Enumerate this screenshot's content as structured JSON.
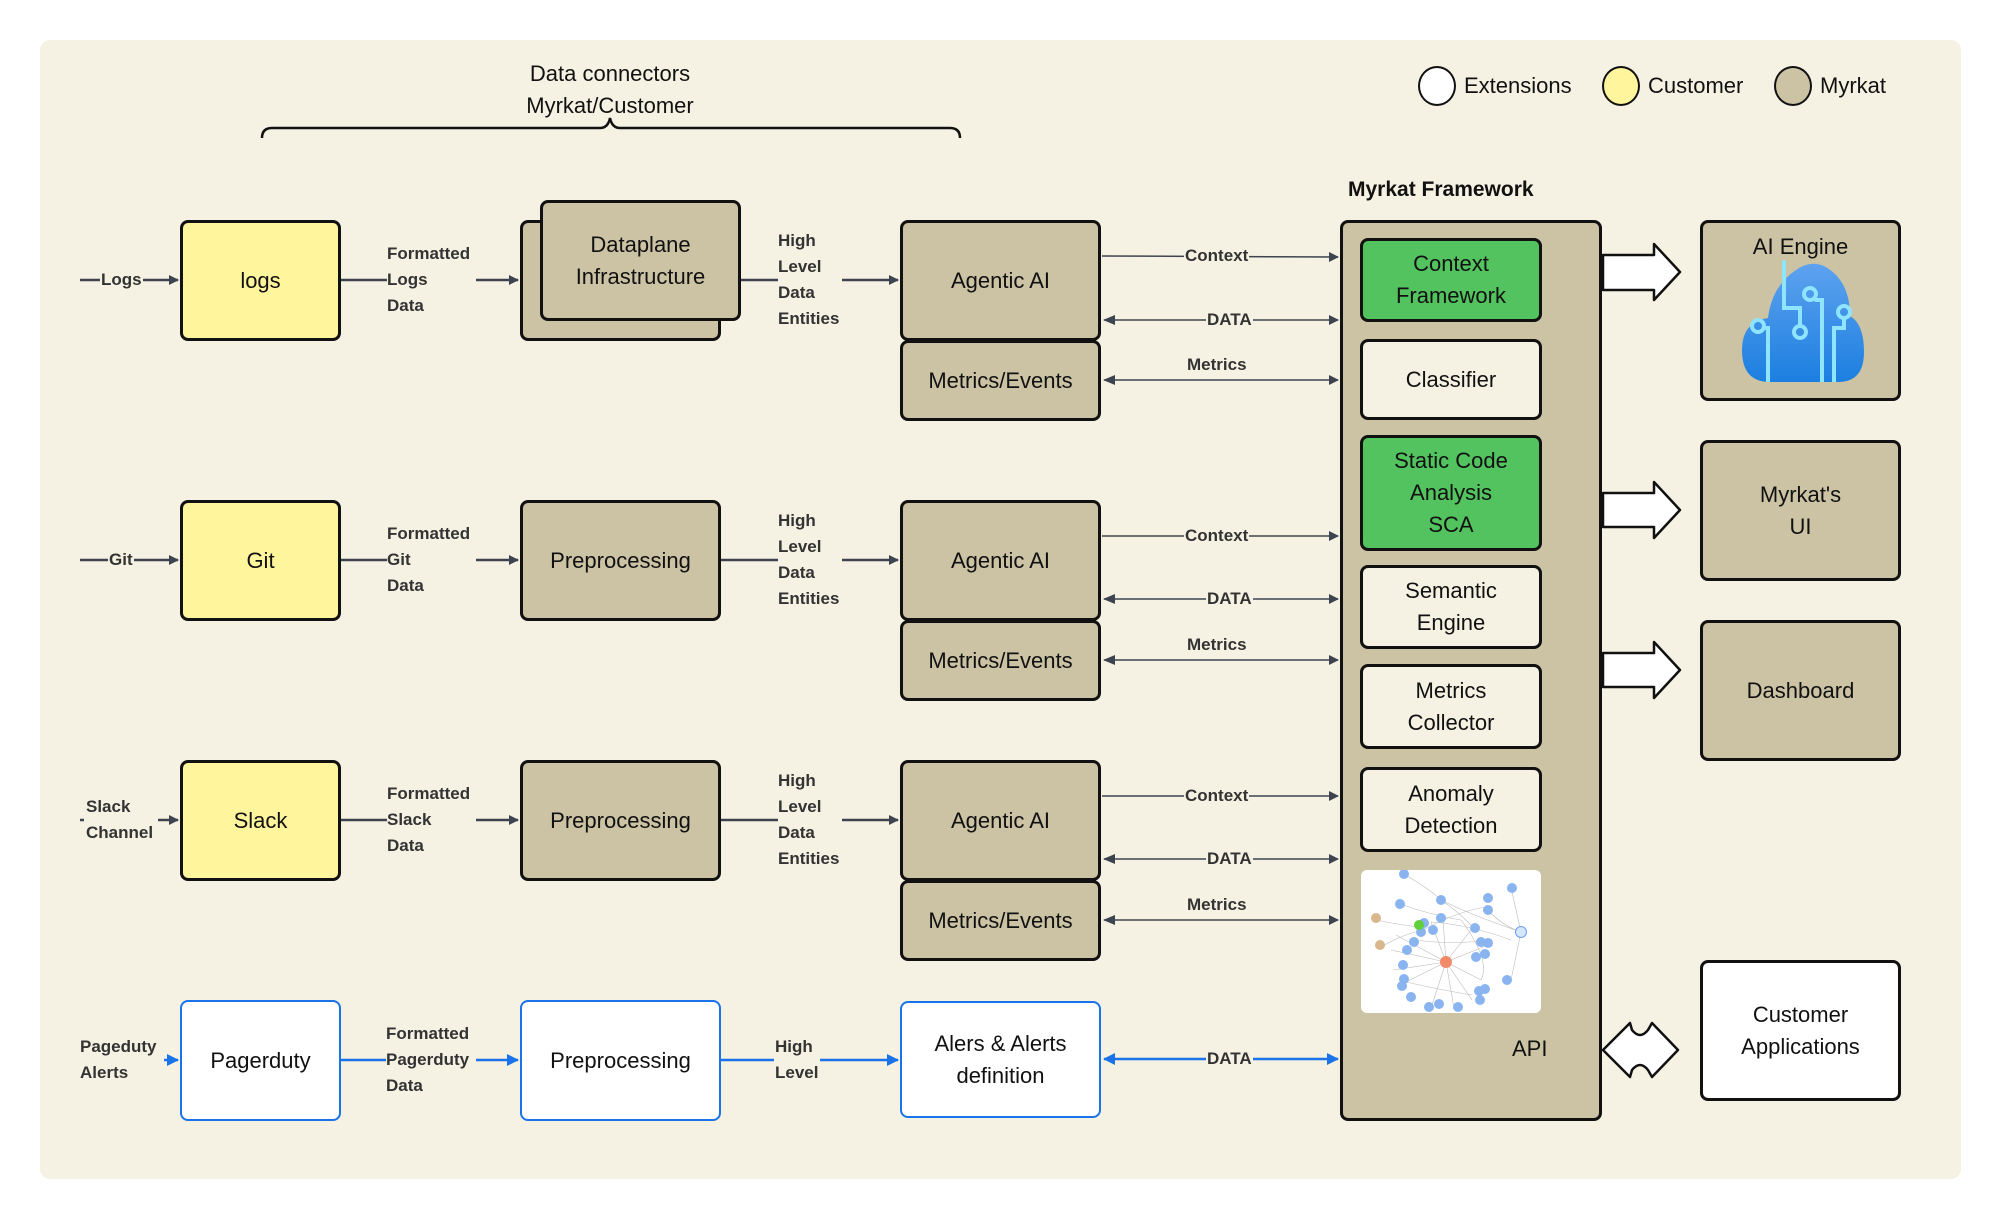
{
  "header": {
    "connectors_line1": "Data connectors",
    "connectors_line2": "Myrkat/Customer"
  },
  "legend": [
    {
      "label": "Extensions",
      "color": "#ffffff"
    },
    {
      "label": "Customer",
      "color": "#fff59d"
    },
    {
      "label": "Myrkat",
      "color": "#cbc3a4"
    }
  ],
  "colors": {
    "background": "#f6f2e3",
    "customer": "#fff59d",
    "myrkat": "#cbc3a4",
    "extension": "#ffffff",
    "highlight": "#53c35f",
    "alert_blue": "#1a73e8",
    "wire": "#3d4450"
  },
  "rows": [
    {
      "input_label": "Logs",
      "source": "logs",
      "formatted": [
        "Formatted",
        "Logs",
        "Data"
      ],
      "processor": "Dataplane Infrastructure",
      "high_level": [
        "High",
        "Level",
        "Data",
        "Entities"
      ],
      "agent": "Agentic AI",
      "metrics_box": "Metrics/Events",
      "links": {
        "context": "Context",
        "data": "DATA",
        "metrics": "Metrics"
      }
    },
    {
      "input_label": "Git",
      "source": "Git",
      "formatted": [
        "Formatted",
        "Git",
        "Data"
      ],
      "processor": "Preprocessing",
      "high_level": [
        "High",
        "Level",
        "Data",
        "Entities"
      ],
      "agent": "Agentic AI",
      "metrics_box": "Metrics/Events",
      "links": {
        "context": "Context",
        "data": "DATA",
        "metrics": "Metrics"
      }
    },
    {
      "input_label": [
        "Slack",
        "Channel"
      ],
      "source": "Slack",
      "formatted": [
        "Formatted",
        "Slack",
        "Data"
      ],
      "processor": "Preprocessing",
      "high_level": [
        "High",
        "Level",
        "Data",
        "Entities"
      ],
      "agent": "Agentic AI",
      "metrics_box": "Metrics/Events",
      "links": {
        "context": "Context",
        "data": "DATA",
        "metrics": "Metrics"
      }
    },
    {
      "input_label": [
        "Pageduty",
        "Alerts"
      ],
      "source": "Pagerduty",
      "formatted": [
        "Formatted",
        "Pagerduty",
        "Data"
      ],
      "processor": "Preprocessing",
      "high_level": [
        "High",
        "Level"
      ],
      "agent": [
        "Alers & Alerts",
        "definition"
      ],
      "links": {
        "data": "DATA"
      }
    }
  ],
  "framework": {
    "title": "Myrkat Framework",
    "modules": [
      {
        "label": [
          "Context",
          "Framework"
        ],
        "style": "green"
      },
      {
        "label": [
          "Classifier"
        ],
        "style": "plain"
      },
      {
        "label": [
          "Static Code",
          "Analysis",
          "SCA"
        ],
        "style": "green"
      },
      {
        "label": [
          "Semantic",
          "Engine"
        ],
        "style": "plain"
      },
      {
        "label": [
          "Metrics",
          "Collector"
        ],
        "style": "plain"
      },
      {
        "label": [
          "Anomaly",
          "Detection"
        ],
        "style": "plain"
      }
    ],
    "graph_image": "knowledge-graph-thumbnail",
    "api_label": "API"
  },
  "outputs": [
    {
      "label": [
        "AI Engine"
      ],
      "icon": "ai-cloud-icon"
    },
    {
      "label": [
        "Myrkat's",
        "UI"
      ]
    },
    {
      "label": [
        "Dashboard"
      ]
    },
    {
      "label": [
        "Customer",
        "Applications"
      ]
    }
  ]
}
